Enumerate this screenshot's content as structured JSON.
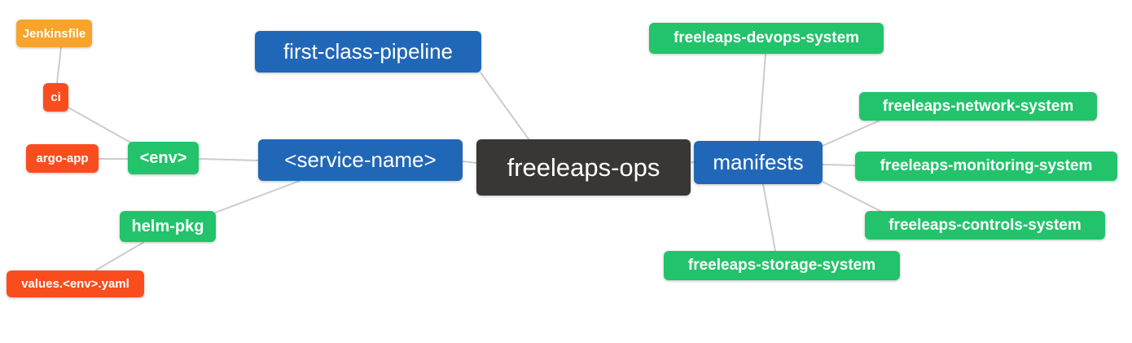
{
  "app": {
    "type": "mind-map",
    "background": "#ffffff"
  },
  "palette": {
    "root": "#3A3634",
    "branch": "#2167B8",
    "leaf_green": "#22C36B",
    "leaf_red": "#FA4D1E",
    "leaf_orange": "#F8A42C",
    "edge": "#CCCCCC",
    "text": "#FFFFFF"
  },
  "nodes": {
    "jenkinsfile": {
      "label": "Jenkinsfile",
      "color": "#F8A42C"
    },
    "ci": {
      "label": "ci",
      "color": "#FA4D1E"
    },
    "argo_app": {
      "label": "argo-app",
      "color": "#FA4D1E"
    },
    "env": {
      "label": "<env>",
      "color": "#22C36B"
    },
    "helm_pkg": {
      "label": "helm-pkg",
      "color": "#22C36B"
    },
    "values_env_yaml": {
      "label": "values.<env>.yaml",
      "color": "#FA4D1E"
    },
    "first_class_pipeline": {
      "label": "first-class-pipeline",
      "color": "#2167B8"
    },
    "service_name": {
      "label": "<service-name>",
      "color": "#2167B8"
    },
    "freeleaps_ops": {
      "label": "freeleaps-ops",
      "color": "#3A3634"
    },
    "manifests": {
      "label": "manifests",
      "color": "#2167B8"
    },
    "devops_system": {
      "label": "freeleaps-devops-system",
      "color": "#22C36B"
    },
    "network_system": {
      "label": "freeleaps-network-system",
      "color": "#22C36B"
    },
    "monitoring_system": {
      "label": "freeleaps-monitoring-system",
      "color": "#22C36B"
    },
    "controls_system": {
      "label": "freeleaps-controls-system",
      "color": "#22C36B"
    },
    "storage_system": {
      "label": "freeleaps-storage-system",
      "color": "#22C36B"
    }
  },
  "edges": [
    {
      "from": "jenkinsfile",
      "to": "ci"
    },
    {
      "from": "ci",
      "to": "env"
    },
    {
      "from": "argo_app",
      "to": "env"
    },
    {
      "from": "env",
      "to": "service_name"
    },
    {
      "from": "helm_pkg",
      "to": "service_name"
    },
    {
      "from": "helm_pkg",
      "to": "values_env_yaml"
    },
    {
      "from": "first_class_pipeline",
      "to": "freeleaps_ops"
    },
    {
      "from": "service_name",
      "to": "freeleaps_ops"
    },
    {
      "from": "freeleaps_ops",
      "to": "manifests"
    },
    {
      "from": "manifests",
      "to": "devops_system"
    },
    {
      "from": "manifests",
      "to": "network_system"
    },
    {
      "from": "manifests",
      "to": "monitoring_system"
    },
    {
      "from": "manifests",
      "to": "controls_system"
    },
    {
      "from": "manifests",
      "to": "storage_system"
    }
  ]
}
